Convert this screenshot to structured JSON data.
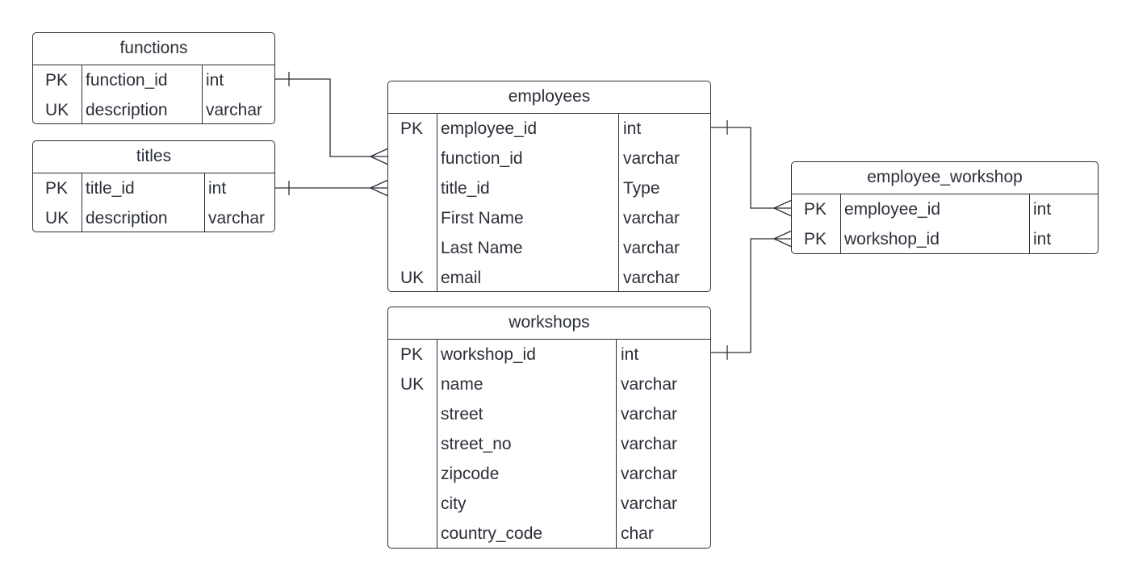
{
  "entities": {
    "functions": {
      "name": "functions",
      "rows": [
        {
          "key": "PK",
          "field": "function_id",
          "type": "int"
        },
        {
          "key": "UK",
          "field": "description",
          "type": "varchar"
        }
      ]
    },
    "titles": {
      "name": "titles",
      "rows": [
        {
          "key": "PK",
          "field": "title_id",
          "type": "int"
        },
        {
          "key": "UK",
          "field": "description",
          "type": "varchar"
        }
      ]
    },
    "employees": {
      "name": "employees",
      "rows": [
        {
          "key": "PK",
          "field": "employee_id",
          "type": "int"
        },
        {
          "key": "",
          "field": "function_id",
          "type": "varchar"
        },
        {
          "key": "",
          "field": "title_id",
          "type": "Type"
        },
        {
          "key": "",
          "field": "First Name",
          "type": "varchar"
        },
        {
          "key": "",
          "field": "Last Name",
          "type": "varchar"
        },
        {
          "key": "UK",
          "field": "email",
          "type": "varchar"
        }
      ]
    },
    "workshops": {
      "name": "workshops",
      "rows": [
        {
          "key": "PK",
          "field": "workshop_id",
          "type": "int"
        },
        {
          "key": "UK",
          "field": "name",
          "type": "varchar"
        },
        {
          "key": "",
          "field": "street",
          "type": "varchar"
        },
        {
          "key": "",
          "field": "street_no",
          "type": "varchar"
        },
        {
          "key": "",
          "field": "zipcode",
          "type": "varchar"
        },
        {
          "key": "",
          "field": "city",
          "type": "varchar"
        },
        {
          "key": "",
          "field": "country_code",
          "type": "char"
        }
      ]
    },
    "employee_workshop": {
      "name": "employee_workshop",
      "rows": [
        {
          "key": "PK",
          "field": "employee_id",
          "type": "int"
        },
        {
          "key": "PK",
          "field": "workshop_id",
          "type": "int"
        }
      ]
    }
  },
  "relationships": [
    {
      "from": "functions.function_id",
      "to": "employees.function_id",
      "from_cardinality": "one",
      "to_cardinality": "many"
    },
    {
      "from": "titles.title_id",
      "to": "employees.title_id",
      "from_cardinality": "one",
      "to_cardinality": "many"
    },
    {
      "from": "employees.employee_id",
      "to": "employee_workshop.employee_id",
      "from_cardinality": "one",
      "to_cardinality": "many"
    },
    {
      "from": "workshops.workshop_id",
      "to": "employee_workshop.workshop_id",
      "from_cardinality": "one",
      "to_cardinality": "many"
    }
  ],
  "colors": {
    "line": "#2b2f38",
    "background": "#ffffff"
  }
}
